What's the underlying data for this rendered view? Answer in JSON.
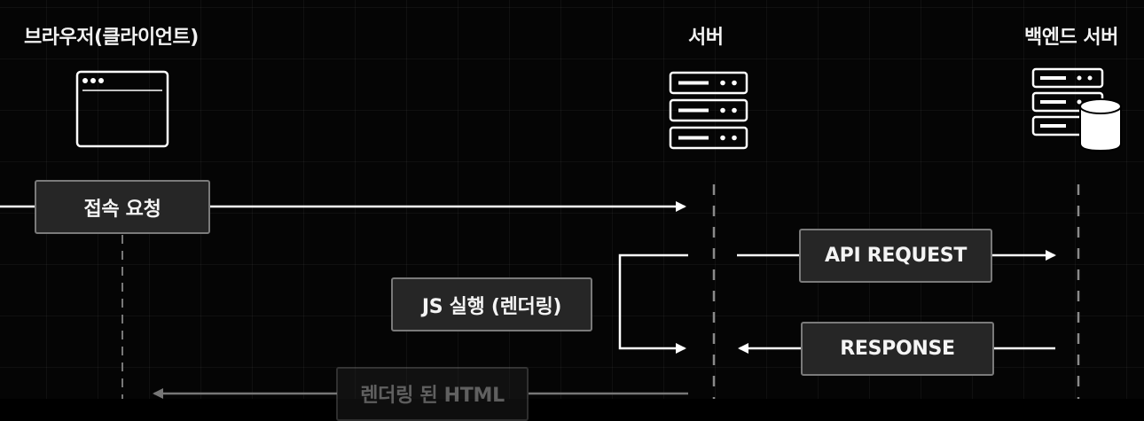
{
  "actors": {
    "browser": {
      "label": "브라우저(클라이언트)",
      "icon": "browser-window-icon"
    },
    "server": {
      "label": "서버",
      "icon": "server-rack-icon"
    },
    "backend": {
      "label": "백엔드 서버",
      "icon": "server-database-icon"
    }
  },
  "messages": {
    "connect_request": "접속 요청",
    "api_request": "API REQUEST",
    "js_render": "JS 실행 (렌더링)",
    "response": "RESPONSE",
    "rendered_html": "렌더링 된 HTML"
  },
  "colors": {
    "background": "#050505",
    "box_fill": "#262626",
    "box_border": "#7a7a7a",
    "line": "#ffffff",
    "lifeline": "#8a8a8a"
  }
}
